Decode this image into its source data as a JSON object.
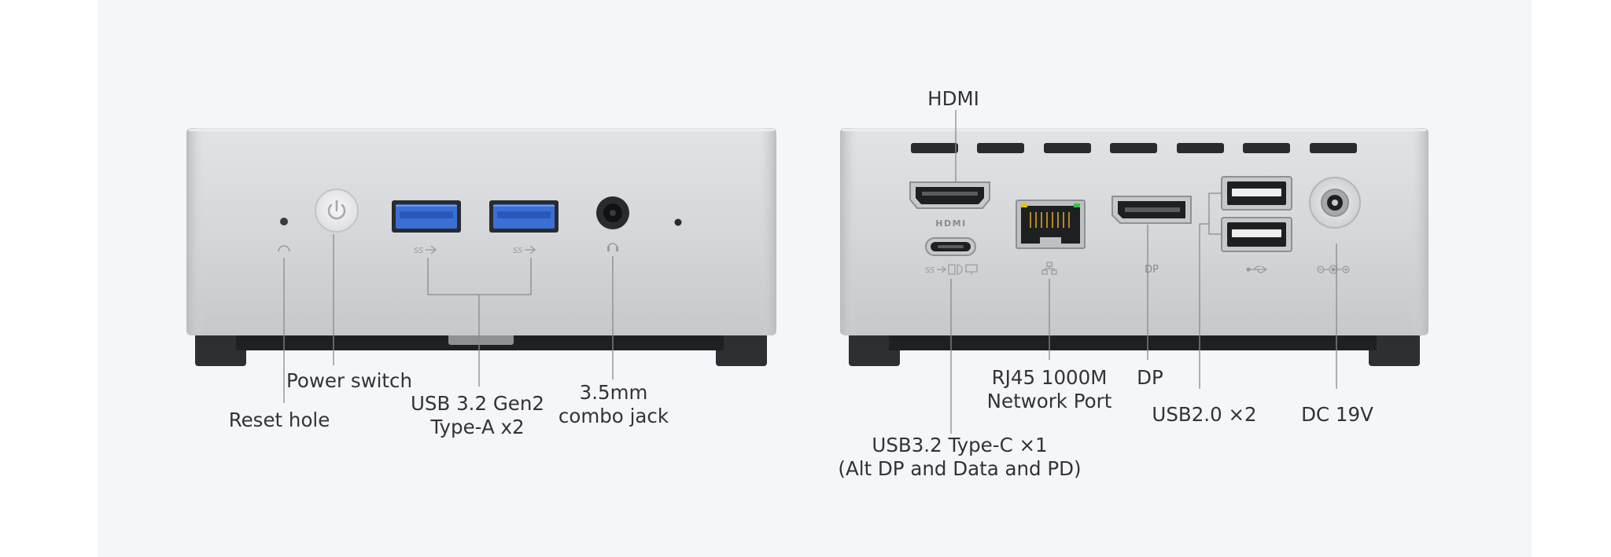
{
  "front": {
    "reset_hole": "Reset hole",
    "power_switch": "Power switch",
    "usb_a_line1": "USB 3.2 Gen2",
    "usb_a_line2": "Type-A x2",
    "jack_line1": "3.5mm",
    "jack_line2": "combo jack",
    "usb_icon_text": "SS"
  },
  "rear": {
    "hdmi": "HDMI",
    "hdmi_logo": "HDMI",
    "rj45_line1": "RJ45 1000M",
    "rj45_line2": "Network Port",
    "dp": "DP",
    "dp_icon_text": "DP",
    "usb2": "USB2.0 ×2",
    "dc": "DC 19V",
    "usbc_line1": "USB3.2 Type-C ×1",
    "usbc_line2": "(Alt DP and Data and PD)",
    "usbc_icon_text": "SS"
  },
  "colors": {
    "background": "#f5f6fa",
    "chassis": "#d4d6d9",
    "usb3_blue": "#3a6fd6",
    "feet": "#2e2f32",
    "leader_line": "#8a8a8a"
  }
}
